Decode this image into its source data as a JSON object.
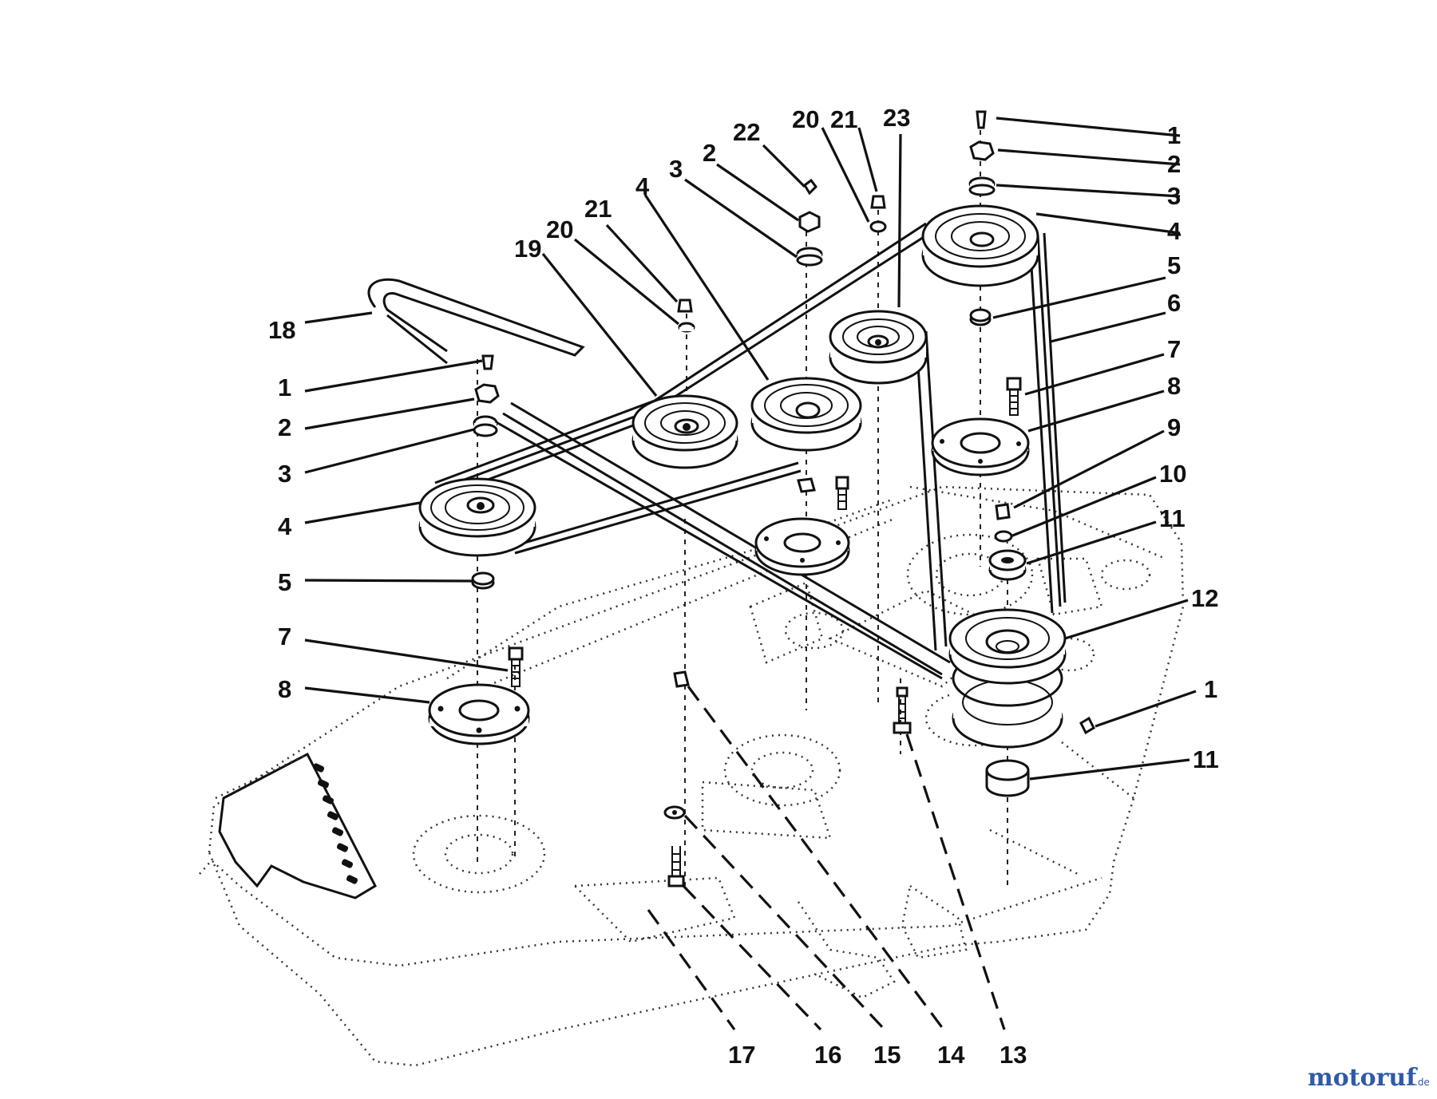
{
  "diagram": {
    "callouts": {
      "r1": "1",
      "r2": "2",
      "r3": "3",
      "r4": "4",
      "r5": "5",
      "r6": "6",
      "r7": "7",
      "r8": "8",
      "r9": "9",
      "r10": "10",
      "r11": "11",
      "r12": "12",
      "r1b": "1",
      "r11b": "11",
      "b13": "13",
      "b14": "14",
      "b15": "15",
      "b16": "16",
      "b17": "17",
      "l18": "18",
      "l1": "1",
      "l2": "2",
      "l3": "3",
      "l4": "4",
      "l5": "5",
      "l7": "7",
      "l8": "8",
      "t19": "19",
      "t20a": "20",
      "t21a": "21",
      "t4": "4",
      "t3": "3",
      "t2": "2",
      "t22": "22",
      "t20b": "20",
      "t21b": "21",
      "t23": "23"
    }
  },
  "watermark": {
    "text": "motoruf",
    "suffix": ".de",
    "colors": {
      "primary": "#2f5aa8",
      "accent": "#d9262a"
    }
  }
}
